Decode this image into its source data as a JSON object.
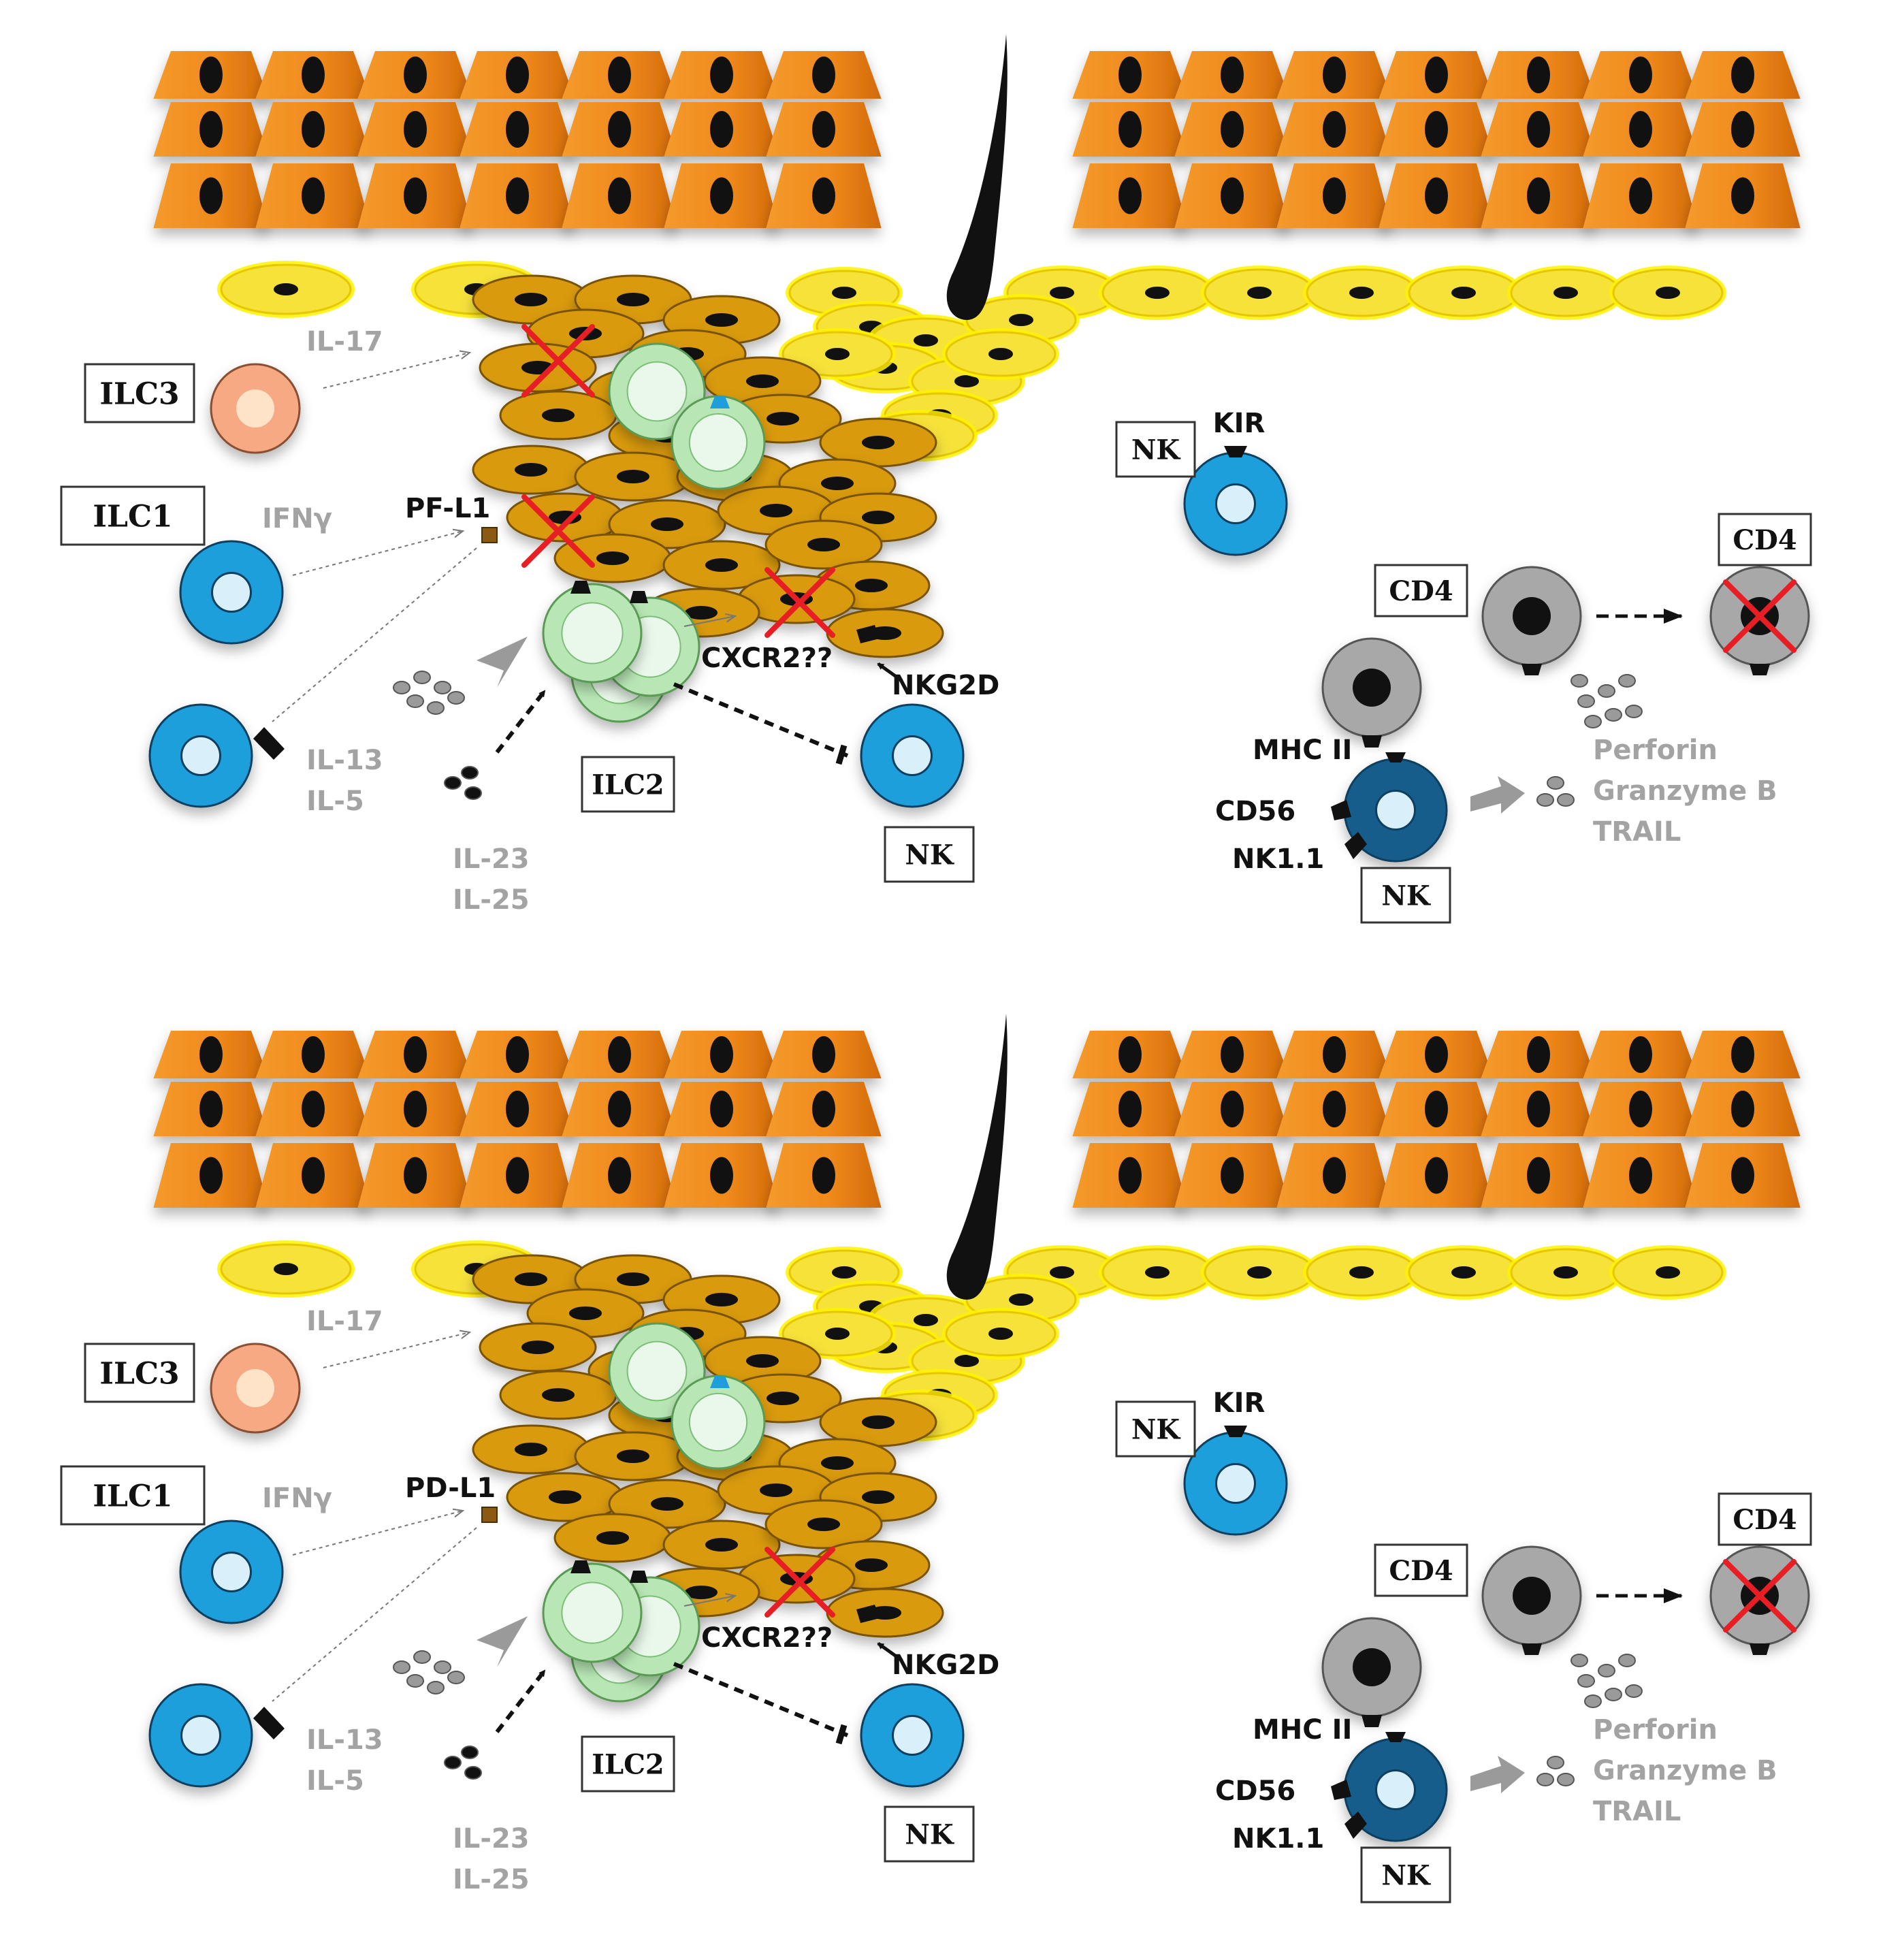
{
  "panels": [
    {
      "id": "top",
      "labels": {
        "ilc3": "ILC3",
        "ilc1": "ILC1",
        "ilc2": "ILC2",
        "nk_bottom": "NK",
        "nk_kir": "NK",
        "kir": "KIR",
        "cd4_left": "CD4",
        "cd4_right": "CD4",
        "nk_cd56": "NK",
        "il17": "IL-17",
        "ifng": "IFNγ",
        "pdl1": "PF-L1",
        "il13": "IL-13",
        "il5": "IL-5",
        "il23": "IL-23",
        "il25": "IL-25",
        "cxcr2": "CXCR2??",
        "nkg2d": "NKG2D",
        "mhc2": "MHC II",
        "cd56": "CD56",
        "nk11": "NK1.1",
        "perforin": "Perforin",
        "granzyme": "Granzyme B",
        "trail": "TRAIL"
      }
    },
    {
      "id": "bottom",
      "labels": {
        "ilc3": "ILC3",
        "ilc1": "ILC1",
        "ilc2": "ILC2",
        "nk_bottom": "NK",
        "nk_kir": "NK",
        "kir": "KIR",
        "cd4_left": "CD4",
        "cd4_right": "CD4",
        "nk_cd56": "NK",
        "il17": "IL-17",
        "ifng": "IFNγ",
        "pdl1": "PD-L1",
        "il13": "IL-13",
        "il5": "IL-5",
        "il23": "IL-23",
        "il25": "IL-25",
        "cxcr2": "CXCR2??",
        "nkg2d": "NKG2D",
        "mhc2": "MHC II",
        "cd56": "CD56",
        "nk11": "NK1.1",
        "perforin": "Perforin",
        "granzyme": "Granzyme B",
        "trail": "TRAIL"
      }
    }
  ],
  "colors": {
    "keratinocyte": "#F08A1C",
    "keratinocyte_shade": "#D26A0A",
    "basal_cell": "#F7E23A",
    "basal_rim": "#FFF200",
    "tumor_cell": "#D99A0E",
    "ilc2": "#B8E7B5",
    "ilc2_inner": "#E9F8EA",
    "nk_ilc1": "#1E9FDB",
    "nk_dark": "#145D8C",
    "ilc3": "#F6A982",
    "cd4": "#A8A8A8",
    "cross": "#E81E25",
    "muted_text": "#A3A3A3",
    "dark_text": "#111111"
  }
}
